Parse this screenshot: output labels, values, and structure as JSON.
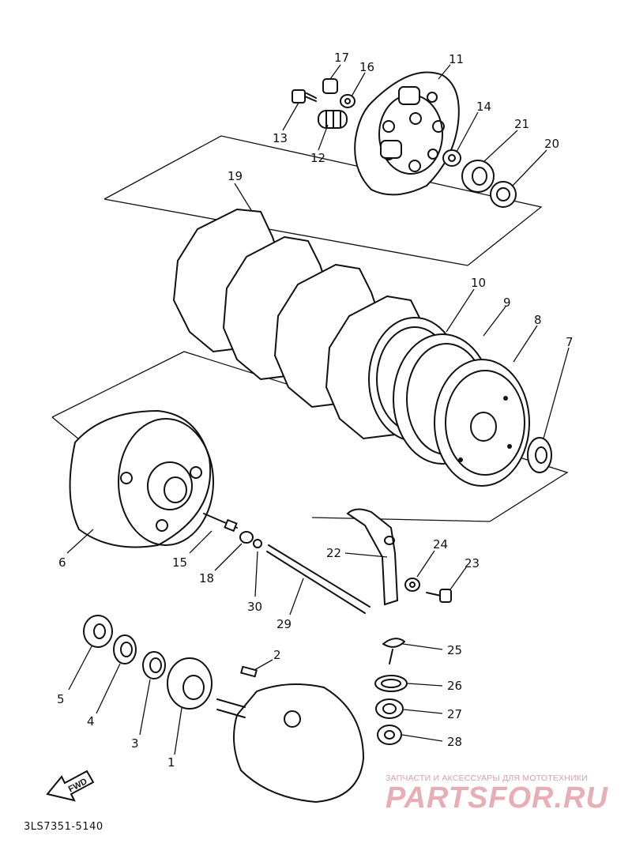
{
  "diagram": {
    "code": "3LS7351-5140",
    "fwd_label": "FWD",
    "callouts": {
      "c1": "1",
      "c2": "2",
      "c3": "3",
      "c4": "4",
      "c5": "5",
      "c6": "6",
      "c7": "7",
      "c8": "8",
      "c9": "9",
      "c10": "10",
      "c11": "11",
      "c12": "12",
      "c13": "13",
      "c14": "14",
      "c15": "15",
      "c16": "16",
      "c17": "17",
      "c18": "18",
      "c19": "19",
      "c20": "20",
      "c21": "21",
      "c22": "22",
      "c23": "23",
      "c24": "24",
      "c25": "25",
      "c26": "26",
      "c27": "27",
      "c28": "28",
      "c29": "29",
      "c30": "30"
    }
  },
  "watermark": {
    "tagline": "ЗАПЧАСТИ И АКСЕССУАРЫ ДЛЯ МОТОТЕХНИКИ",
    "brand": "PARTSFOR.RU"
  }
}
